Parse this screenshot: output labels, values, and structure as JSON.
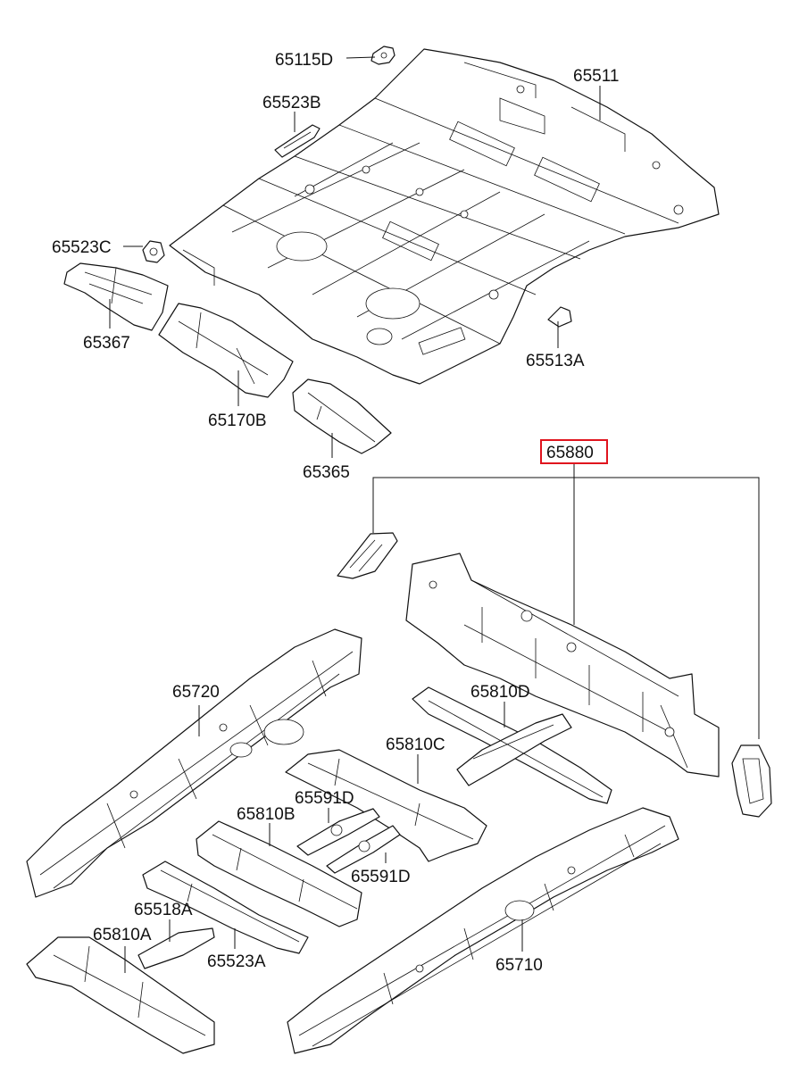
{
  "colors": {
    "line": "#111111",
    "highlight": "#e0141e",
    "background": "#ffffff"
  },
  "highlighted_part": "65880",
  "labels": {
    "p65115D": "65115D",
    "p65511": "65511",
    "p65523B": "65523B",
    "p65523C": "65523C",
    "p65367": "65367",
    "p65170B": "65170B",
    "p65365": "65365",
    "p65513A": "65513A",
    "p65880": "65880",
    "p65720": "65720",
    "p65810D": "65810D",
    "p65810C": "65810C",
    "p65591D_a": "65591D",
    "p65810B": "65810B",
    "p65591D_b": "65591D",
    "p65518A": "65518A",
    "p65810A": "65810A",
    "p65523A": "65523A",
    "p65710": "65710"
  }
}
